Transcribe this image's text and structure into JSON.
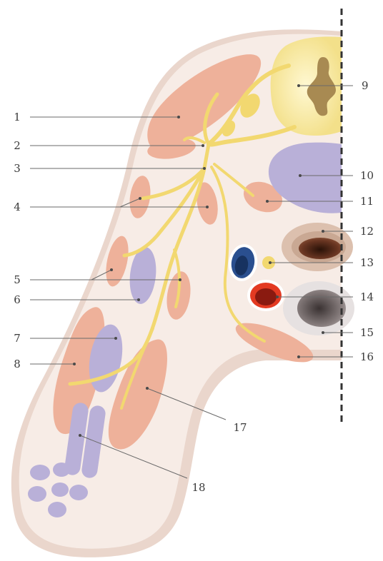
{
  "labels_left": [
    "1",
    "2",
    "3",
    "4",
    "5",
    "6",
    "7",
    "8"
  ],
  "labels_right": [
    "9",
    "10",
    "11",
    "12",
    "13",
    "14",
    "15",
    "16"
  ],
  "labels_bottom": [
    "17",
    "18"
  ],
  "colors": {
    "skin_outer": "#ead6cc",
    "tissue": "#f7ece6",
    "muscle": "#eeb19a",
    "nerve": "#f2d870",
    "spinal_cord": "#f8eeaa",
    "vertebra_core": "#a88a52",
    "kidney_like": "#b9b0d8",
    "vein": "#2a4f8f",
    "artery": "#b52a1c",
    "bowel_wall": "#c9a893",
    "bowel_lumen": "#5a2e1e",
    "midline": "#333333"
  }
}
